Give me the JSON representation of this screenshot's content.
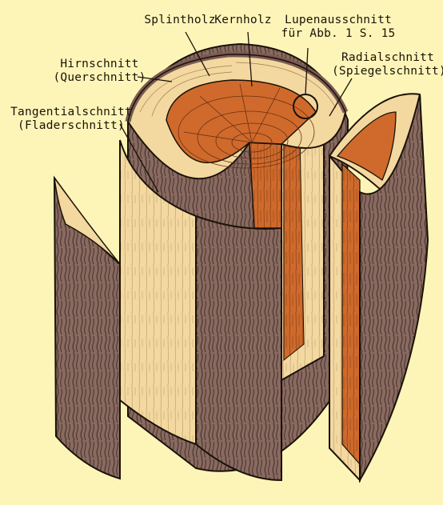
{
  "colors": {
    "background": "#fdf5b8",
    "bark": "#8a6a60",
    "bark_dark": "#4a3a36",
    "sapwood": "#f3d8a0",
    "heartwood": "#cf6a2c",
    "outline": "#1a1208"
  },
  "labels": {
    "splintholz": "Splintholz",
    "kernholz": "Kernholz",
    "lupen_line1": "Lupenausschnitt",
    "lupen_line2": "für Abb. 1 S. 15",
    "hirn_line1": "Hirnschnitt",
    "hirn_line2": "(Querschnitt)",
    "radial_line1": "Radialschnitt",
    "radial_line2": "(Spiegelschnitt)",
    "tangential_line1": "Tangentialschnitt",
    "tangential_line2": "(Fladerschnitt)"
  }
}
